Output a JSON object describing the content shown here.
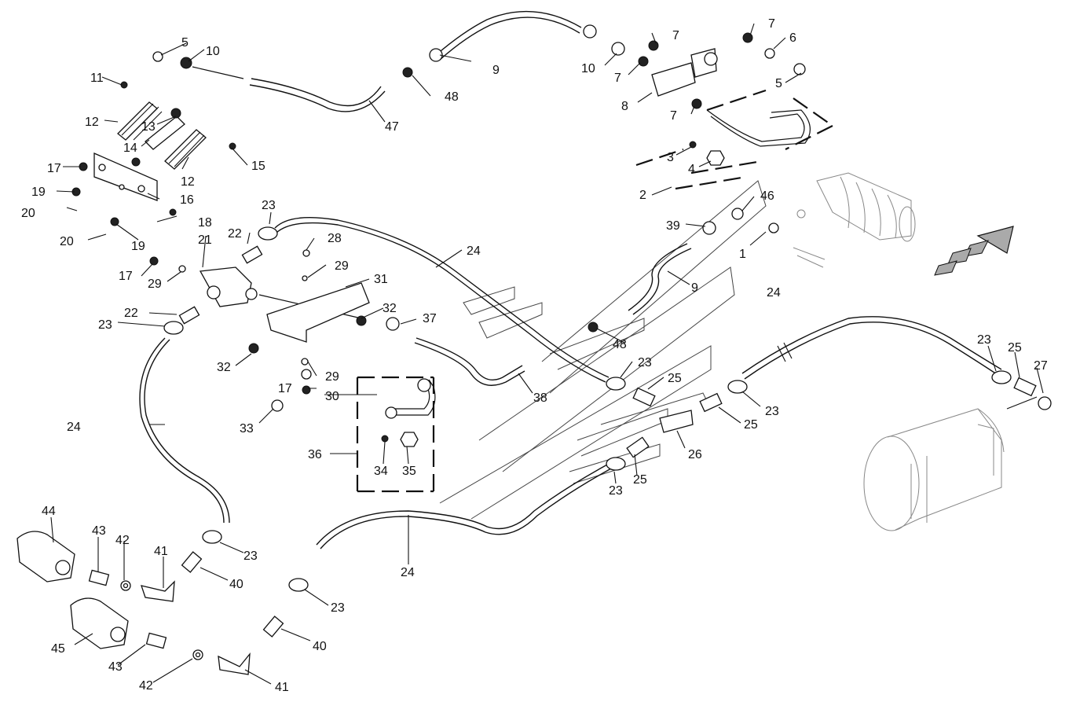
{
  "diagram": {
    "callouts": [
      {
        "id": "c5a",
        "text": "5"
      },
      {
        "id": "c10a",
        "text": "10"
      },
      {
        "id": "c11",
        "text": "11"
      },
      {
        "id": "c12a",
        "text": "12"
      },
      {
        "id": "c13",
        "text": "13"
      },
      {
        "id": "c14",
        "text": "14"
      },
      {
        "id": "c15",
        "text": "15"
      },
      {
        "id": "c12b",
        "text": "12"
      },
      {
        "id": "c17a",
        "text": "17"
      },
      {
        "id": "c16",
        "text": "16"
      },
      {
        "id": "c19a",
        "text": "19"
      },
      {
        "id": "c20a",
        "text": "20"
      },
      {
        "id": "c18",
        "text": "18"
      },
      {
        "id": "c20b",
        "text": "20"
      },
      {
        "id": "c19b",
        "text": "19"
      },
      {
        "id": "c9a",
        "text": "9"
      },
      {
        "id": "c48a",
        "text": "48"
      },
      {
        "id": "c47",
        "text": "47"
      },
      {
        "id": "c10b",
        "text": "10"
      },
      {
        "id": "c7a",
        "text": "7"
      },
      {
        "id": "c7b",
        "text": "7"
      },
      {
        "id": "c8",
        "text": "8"
      },
      {
        "id": "c7c",
        "text": "7"
      },
      {
        "id": "c7d",
        "text": "7"
      },
      {
        "id": "c6",
        "text": "6"
      },
      {
        "id": "c5b",
        "text": "5"
      },
      {
        "id": "c3",
        "text": "3"
      },
      {
        "id": "c4",
        "text": "4"
      },
      {
        "id": "c2",
        "text": "2"
      },
      {
        "id": "c46",
        "text": "46"
      },
      {
        "id": "c39",
        "text": "39"
      },
      {
        "id": "c1",
        "text": "1"
      },
      {
        "id": "c9b",
        "text": "9"
      },
      {
        "id": "c23a",
        "text": "23"
      },
      {
        "id": "c22a",
        "text": "22"
      },
      {
        "id": "c21",
        "text": "21"
      },
      {
        "id": "c28",
        "text": "28"
      },
      {
        "id": "c24a",
        "text": "24"
      },
      {
        "id": "c29a",
        "text": "29"
      },
      {
        "id": "c31",
        "text": "31"
      },
      {
        "id": "c17b",
        "text": "17"
      },
      {
        "id": "c29b",
        "text": "29"
      },
      {
        "id": "c22b",
        "text": "22"
      },
      {
        "id": "c23b",
        "text": "23"
      },
      {
        "id": "c32a",
        "text": "32"
      },
      {
        "id": "c37",
        "text": "37"
      },
      {
        "id": "c48b",
        "text": "48"
      },
      {
        "id": "c24b",
        "text": "24"
      },
      {
        "id": "c32b",
        "text": "32"
      },
      {
        "id": "c29c",
        "text": "29"
      },
      {
        "id": "c17c",
        "text": "17"
      },
      {
        "id": "c30",
        "text": "30"
      },
      {
        "id": "c38",
        "text": "38"
      },
      {
        "id": "c23c",
        "text": "23"
      },
      {
        "id": "c25a",
        "text": "25"
      },
      {
        "id": "c23d",
        "text": "23"
      },
      {
        "id": "c25b",
        "text": "25"
      },
      {
        "id": "c27",
        "text": "27"
      },
      {
        "id": "c23e",
        "text": "23"
      },
      {
        "id": "c25c",
        "text": "25"
      },
      {
        "id": "c26",
        "text": "26"
      },
      {
        "id": "c24c",
        "text": "24"
      },
      {
        "id": "c33",
        "text": "33"
      },
      {
        "id": "c36",
        "text": "36"
      },
      {
        "id": "c34",
        "text": "34"
      },
      {
        "id": "c35",
        "text": "35"
      },
      {
        "id": "c23f",
        "text": "23"
      },
      {
        "id": "c25d",
        "text": "25"
      },
      {
        "id": "c44",
        "text": "44"
      },
      {
        "id": "c43a",
        "text": "43"
      },
      {
        "id": "c42a",
        "text": "42"
      },
      {
        "id": "c41a",
        "text": "41"
      },
      {
        "id": "c23g",
        "text": "23"
      },
      {
        "id": "c40a",
        "text": "40"
      },
      {
        "id": "c24d",
        "text": "24"
      },
      {
        "id": "c23h",
        "text": "23"
      },
      {
        "id": "c45",
        "text": "45"
      },
      {
        "id": "c43b",
        "text": "43"
      },
      {
        "id": "c40b",
        "text": "40"
      },
      {
        "id": "c42b",
        "text": "42"
      },
      {
        "id": "c41b",
        "text": "41"
      }
    ]
  }
}
